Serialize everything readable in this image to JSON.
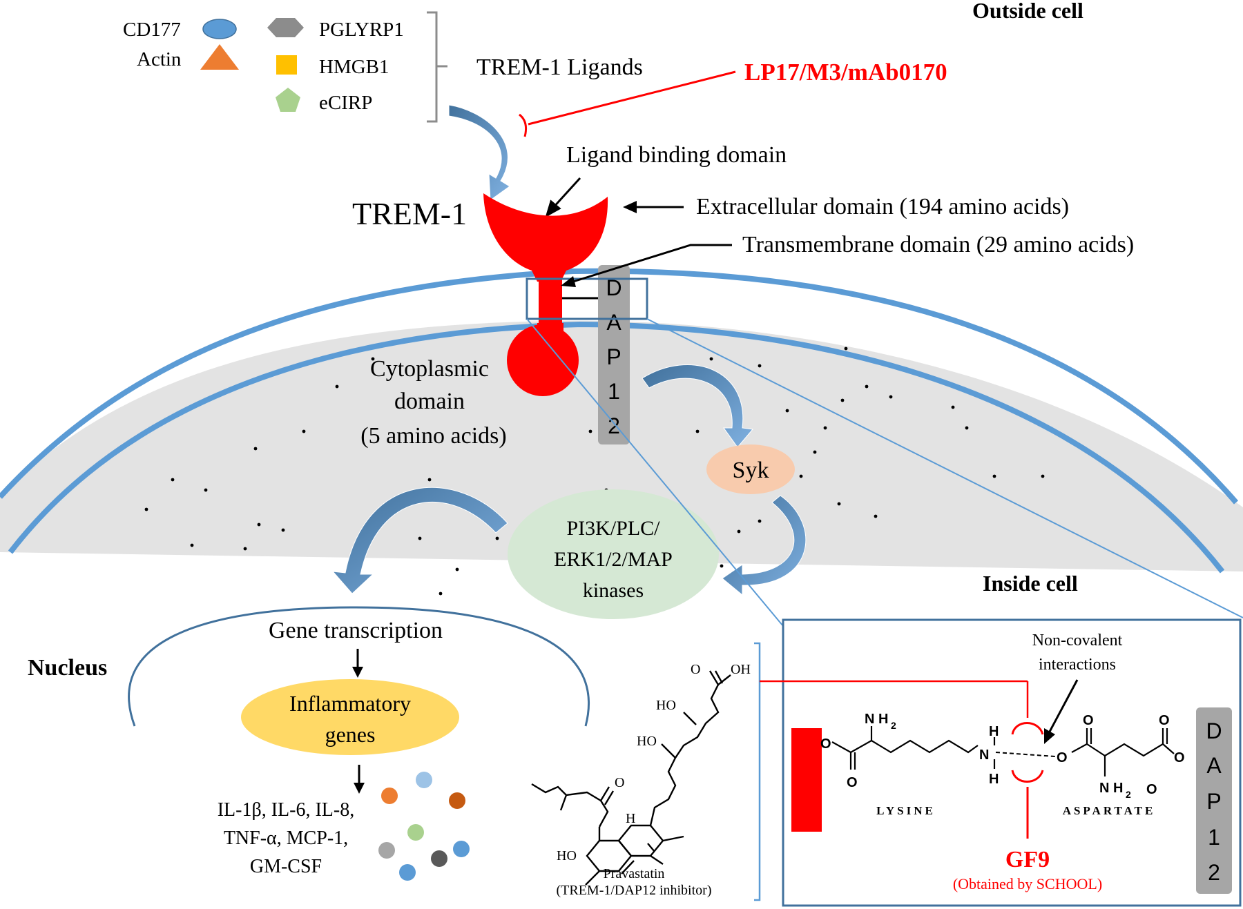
{
  "outside_label": "Outside cell",
  "inside_label": "Inside cell",
  "legend": {
    "cd177": "CD177",
    "actin": "Actin",
    "pglyrp1": "PGLYRP1",
    "hmgb1": "HMGB1",
    "ecirp": "eCIRP"
  },
  "ligands_label": "TREM-1 Ligands",
  "inhibitors_label": "LP17/M3/mAb0170",
  "receptor_label": "TREM-1",
  "ligand_binding_label": "Ligand binding domain",
  "extracellular_label": "Extracellular domain (194 amino acids)",
  "transmembrane_label": "Transmembrane domain (29 amino acids)",
  "cytoplasmic_label": {
    "line1": "Cytoplasmic",
    "line2": "domain",
    "line3": "(5 amino acids)"
  },
  "dap12_letters": [
    "D",
    "A",
    "P",
    "1",
    "2"
  ],
  "syk_label": "Syk",
  "kinases_label": {
    "line1": "PI3K/PLC/",
    "line2": "ERK1/2/MAP",
    "line3": "kinases"
  },
  "nucleus_label": "Nucleus",
  "gene_transcription_label": "Gene transcription",
  "inflammatory_label": {
    "line1": "Inflammatory",
    "line2": "genes"
  },
  "cytokines": {
    "line1": "IL-1β, IL-6, IL-8,",
    "line2": "TNF-α, MCP-1,",
    "line3": "GM-CSF"
  },
  "pravastatin": {
    "name": "Pravastatin",
    "note": "(TREM-1/DAP12 inhibitor)",
    "atoms": {
      "oh_top": "OH",
      "o_top": "O",
      "ho_1": "HO",
      "ho_2": "HO",
      "o_ketone": "O",
      "h_ring": "H",
      "ho_bottom": "HO"
    }
  },
  "inset": {
    "noncovalent_line1": "Non-covalent",
    "noncovalent_line2": "interactions",
    "lysine": "LYSINE",
    "aspartate": "ASPARTATE",
    "gf9": "GF9",
    "gf9_note": "(Obtained by SCHOOL)",
    "atoms": {
      "nh2_lys": "N H",
      "nh2_lys_sub": "2",
      "o_ester": "O",
      "o_carbonyl": "O",
      "n": "N",
      "h_top": "H",
      "h_bottom": "H",
      "o_asp": "O",
      "o_asp_carbonyl": "O",
      "nh2_asp": "N H",
      "nh2_asp_sub": "2",
      "o_asp_chain": "O",
      "o_asp_right1": "O",
      "o_asp_right2": "O"
    }
  },
  "colors": {
    "membrane_blue": "#5b9bd5",
    "receptor_red": "#ff0000",
    "cytoplasm_gray": "#e3e3e3",
    "dap12_gray": "#a6a6a6",
    "syk_fill": "#f8cbad",
    "kinase_fill": "#d5e8d4",
    "inflammatory_fill": "#ffd966",
    "nucleus_stroke": "#41719c",
    "inset_border": "#41719c",
    "cd177": "#5b9bd5",
    "actin": "#ed7d31",
    "pglyrp1": "#8c8c8c",
    "hmgb1": "#ffc000",
    "ecirp": "#a9d18e"
  },
  "cytokine_dot_colors": [
    "#ed7d31",
    "#9dc3e6",
    "#c55a11",
    "#a9d18e",
    "#a6a6a6",
    "#595959",
    "#5b9bd5",
    "#5b9bd5"
  ]
}
